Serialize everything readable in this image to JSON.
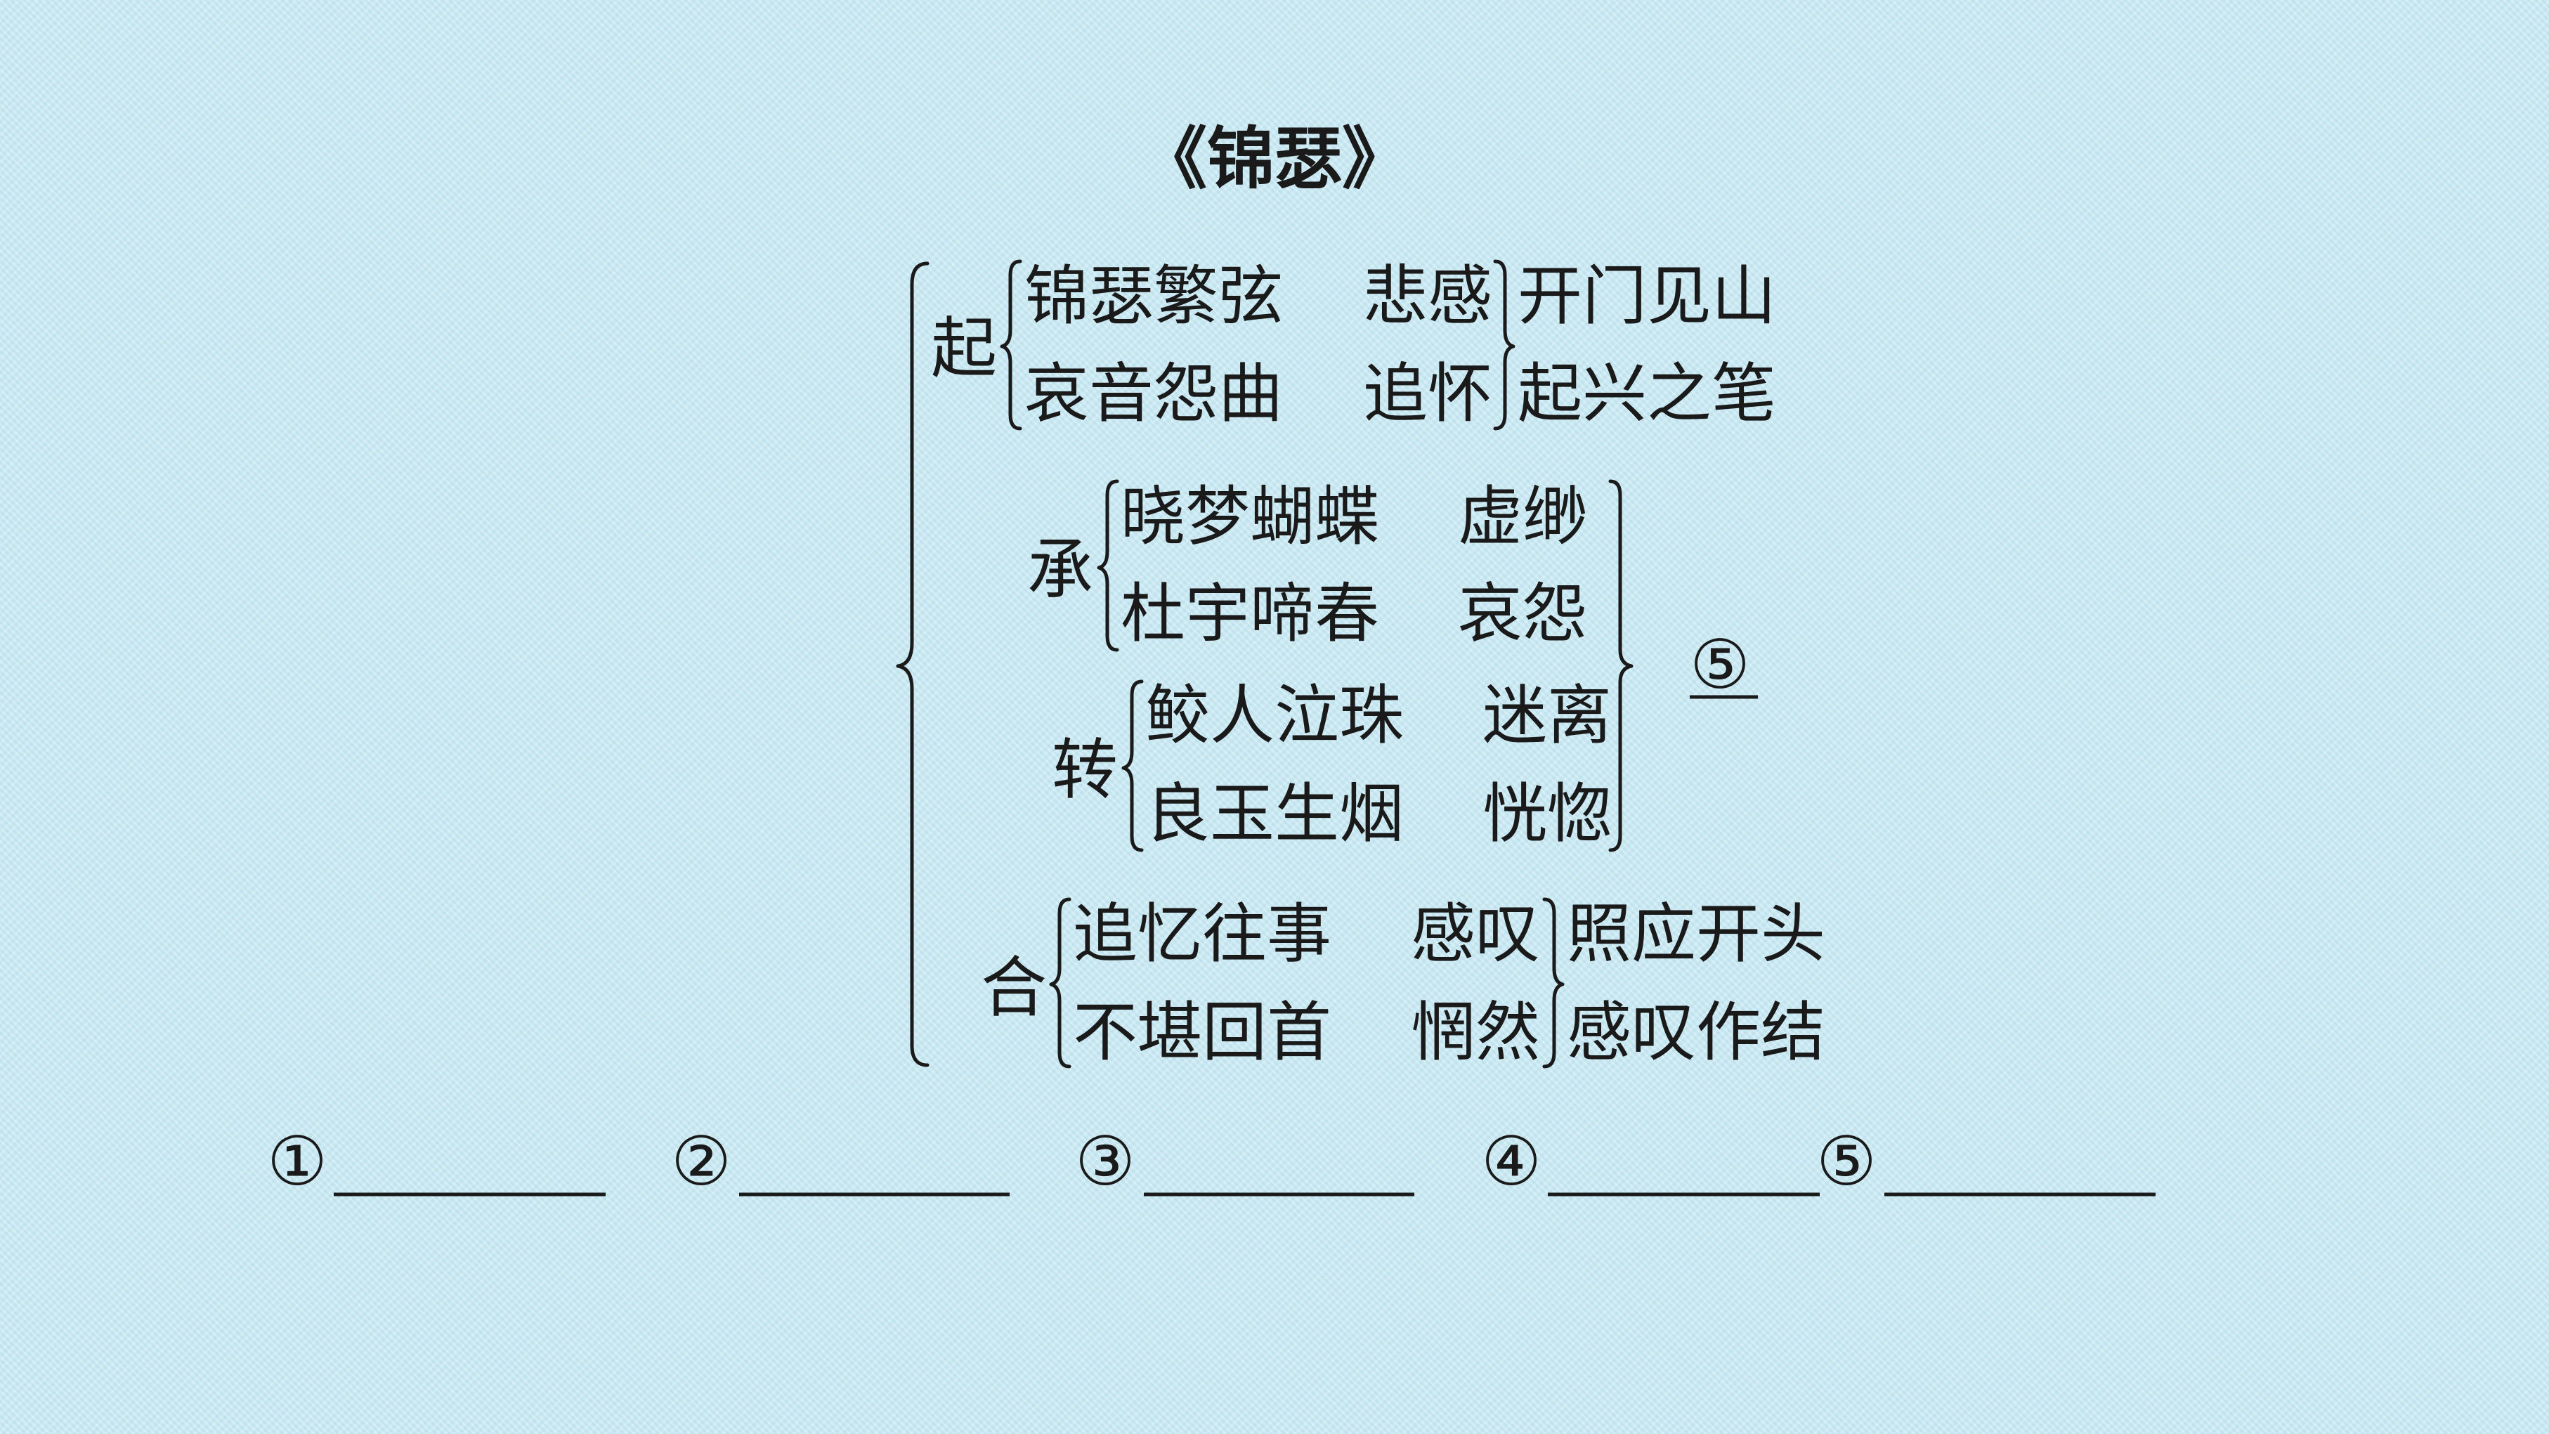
{
  "title": "《锦瑟》",
  "sections": {
    "qi": {
      "label": "起",
      "rows": [
        {
          "phrase": "锦瑟繁弦",
          "emotion": "悲感",
          "note": "开门见山"
        },
        {
          "phrase": "哀音怨曲",
          "emotion": "追怀",
          "note": "起兴之笔"
        }
      ]
    },
    "cheng": {
      "label": "承",
      "rows": [
        {
          "phrase": "晓梦蝴蝶",
          "emotion": "虚缈"
        },
        {
          "phrase": "杜宇啼春",
          "emotion": "哀怨"
        }
      ]
    },
    "zhuan": {
      "label": "转",
      "rows": [
        {
          "phrase": "鲛人泣珠",
          "emotion": "迷离"
        },
        {
          "phrase": "良玉生烟",
          "emotion": "恍惚"
        }
      ]
    },
    "he": {
      "label": "合",
      "rows": [
        {
          "phrase": "追忆往事",
          "emotion": "感叹",
          "note": "照应开头"
        },
        {
          "phrase": "不堪回首",
          "emotion": "惘然",
          "note": "感叹作结"
        }
      ]
    }
  },
  "middle_marker": "⑤",
  "blanks": [
    "①",
    "②",
    "③",
    "④",
    "⑤"
  ]
}
